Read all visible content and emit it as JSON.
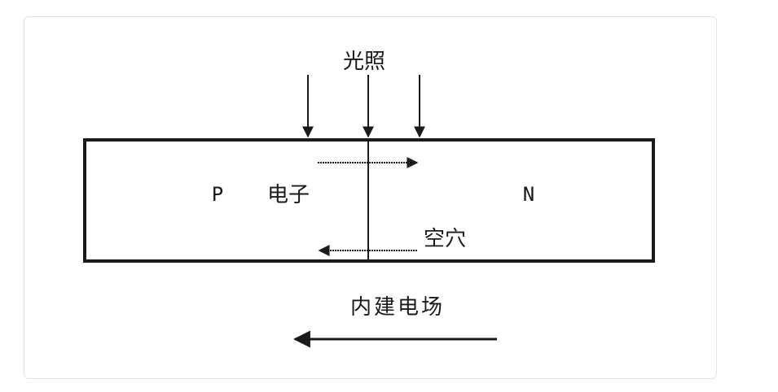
{
  "labels": {
    "light": "光照",
    "p_region": "P",
    "electron": "电子",
    "n_region": "N",
    "hole": "空穴",
    "builtin_field": "内建电场"
  },
  "colors": {
    "stroke": "#1a1a1a",
    "card_border": "#e3e3e3"
  }
}
